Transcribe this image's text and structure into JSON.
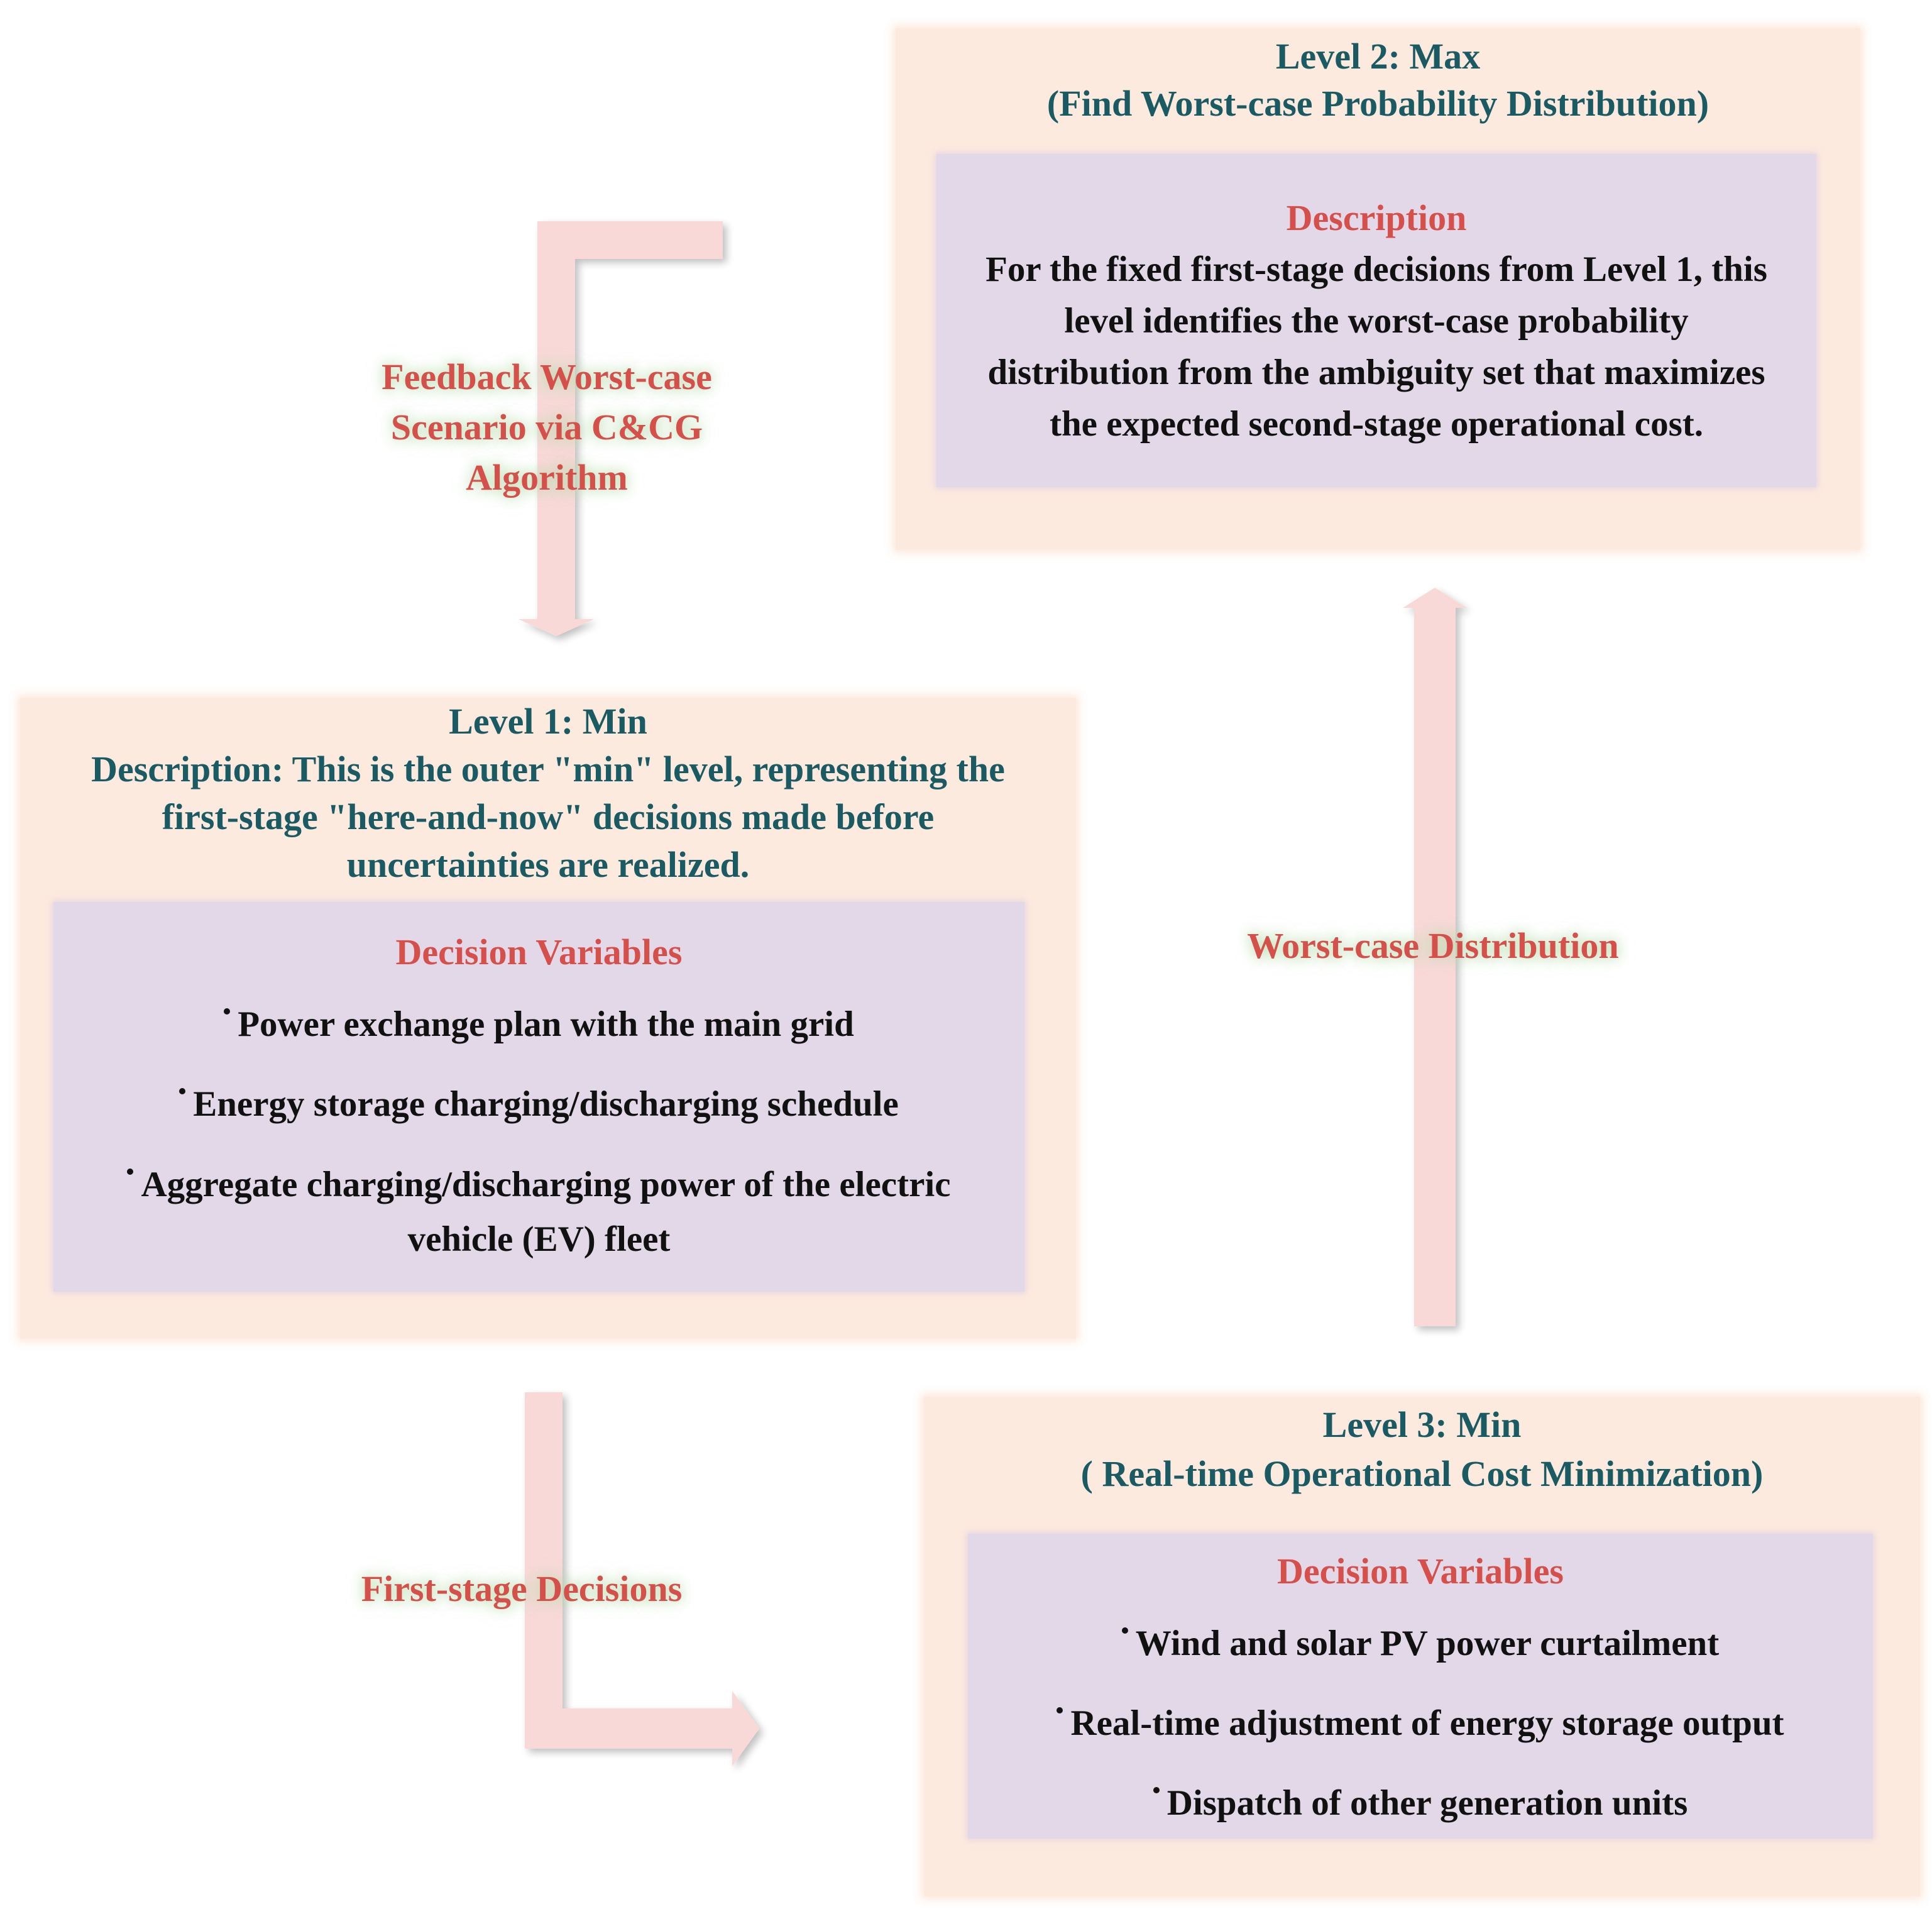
{
  "colors": {
    "panel": "#fdeadf",
    "inner_panel": "#e2d8e7",
    "heading_teal": "#1a5a63",
    "label_red": "#d5504a",
    "body_text": "#111111",
    "arrow_fill": "#f8d9d8"
  },
  "level2": {
    "title": "Level 2: Max",
    "subtitle": "(Find Worst-case Probability Distribution)",
    "section_heading": "Description",
    "description_lines": [
      "For the fixed first-stage decisions from Level 1, this",
      "level identifies the worst-case probability",
      "distribution from the ambiguity set that maximizes",
      "the expected second-stage operational cost."
    ]
  },
  "level1": {
    "title": "Level 1: Min",
    "description_lines": [
      "Description: This is the outer \"min\" level, representing the",
      "first-stage \"here-and-now\" decisions made before",
      "uncertainties are realized."
    ],
    "section_heading": "Decision Variables",
    "bullets": [
      "Power exchange plan with the main grid",
      "Energy storage charging/discharging schedule",
      "Aggregate charging/discharging power of the electric"
    ],
    "bullet_continuation": "vehicle (EV) fleet"
  },
  "level3": {
    "title": "Level 3: Min",
    "subtitle": "( Real-time Operational Cost Minimization)",
    "section_heading": "Decision Variables",
    "bullets": [
      "Wind and solar PV power curtailment",
      "Real-time adjustment of energy storage output",
      "Dispatch of other generation units"
    ]
  },
  "arrows": {
    "feedback_lines": [
      "Feedback Worst-case",
      "Scenario via C&CG",
      "Algorithm"
    ],
    "worst_case_label": "Worst-case Distribution",
    "first_stage_label": "First-stage Decisions"
  }
}
